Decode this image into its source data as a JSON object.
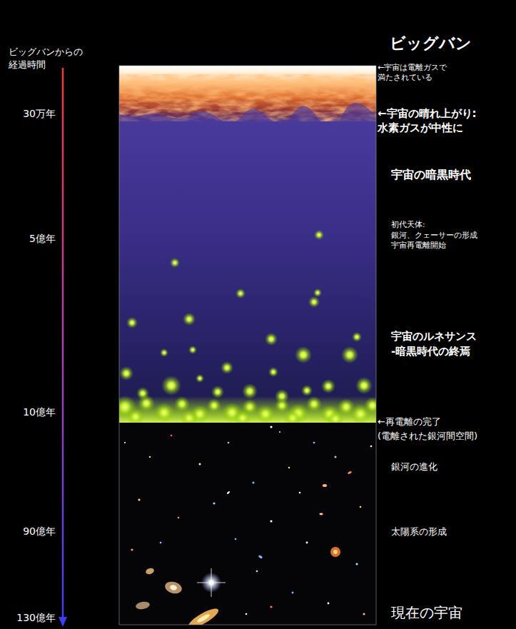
{
  "diagram": {
    "labels": [
      "ビッグバンからの 経過時間",
      "ビッグバン",
      "←宇宙は電離ガスで 満たされている",
      "30万年",
      "←宇宙の晴れ上がり: 水素ガスが中性に",
      "宇宙の暗黒時代",
      "初代天体: 銀河、クェーサーの形成 宇宙再電離開始",
      "5億年",
      "宇宙のルネサンス -暗黒時代の終焉",
      "10億年",
      "←再電離の完了 (電離された銀河間空間)",
      "銀河の進化",
      "90億年",
      "太陽系の形成",
      "130億年",
      "現在の宇宙"
    ]
  }
}
